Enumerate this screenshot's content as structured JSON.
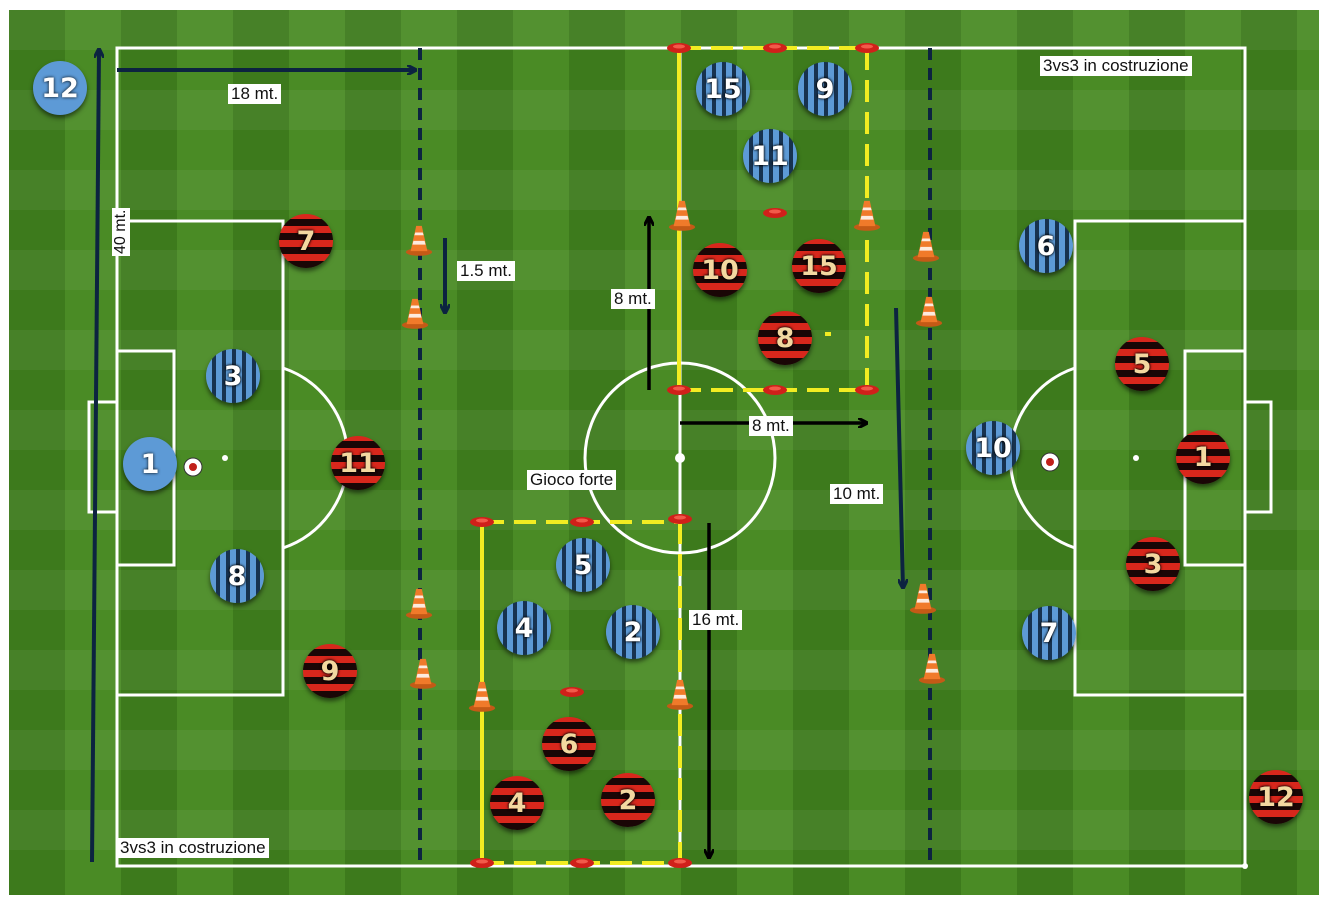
{
  "diagram": {
    "colors": {
      "grass_light": "#5a9a2c",
      "grass_dark": "#3f7e1d",
      "lines": "#ffffff",
      "zone_lines": "#f2ec22",
      "team_blue": "#5d9ad6",
      "team_red": "#d8271c",
      "cone": "#f07a2a",
      "arrow_navy": "#0c2340",
      "arrow_black": "#000000"
    },
    "labels": {
      "top_right": "3vs3 in costruzione",
      "bottom_left": "3vs3 in costruzione",
      "dist_18": "18 mt.",
      "dist_40": "40 mt.",
      "dist_1_5": "1.5 mt.",
      "dist_8_vertical": "8 mt.",
      "dist_8_horizontal": "8 mt.",
      "dist_10": "10 mt.",
      "dist_16": "16 mt.",
      "center_note": "Gioco forte"
    },
    "players": {
      "blue_12": "12",
      "blue_1": "1",
      "blue_3": "3",
      "blue_8": "8",
      "blue_15": "15",
      "blue_9": "9",
      "blue_11": "11",
      "blue_5": "5",
      "blue_4": "4",
      "blue_2": "2",
      "blue_6": "6",
      "blue_10": "10",
      "blue_7": "7",
      "red_7": "7",
      "red_11": "11",
      "red_9": "9",
      "red_10": "10",
      "red_15": "15",
      "red_8": "8",
      "red_6": "6",
      "red_4": "4",
      "red_2": "2",
      "red_5": "5",
      "red_1": "1",
      "red_3": "3",
      "red_12": "12"
    }
  }
}
